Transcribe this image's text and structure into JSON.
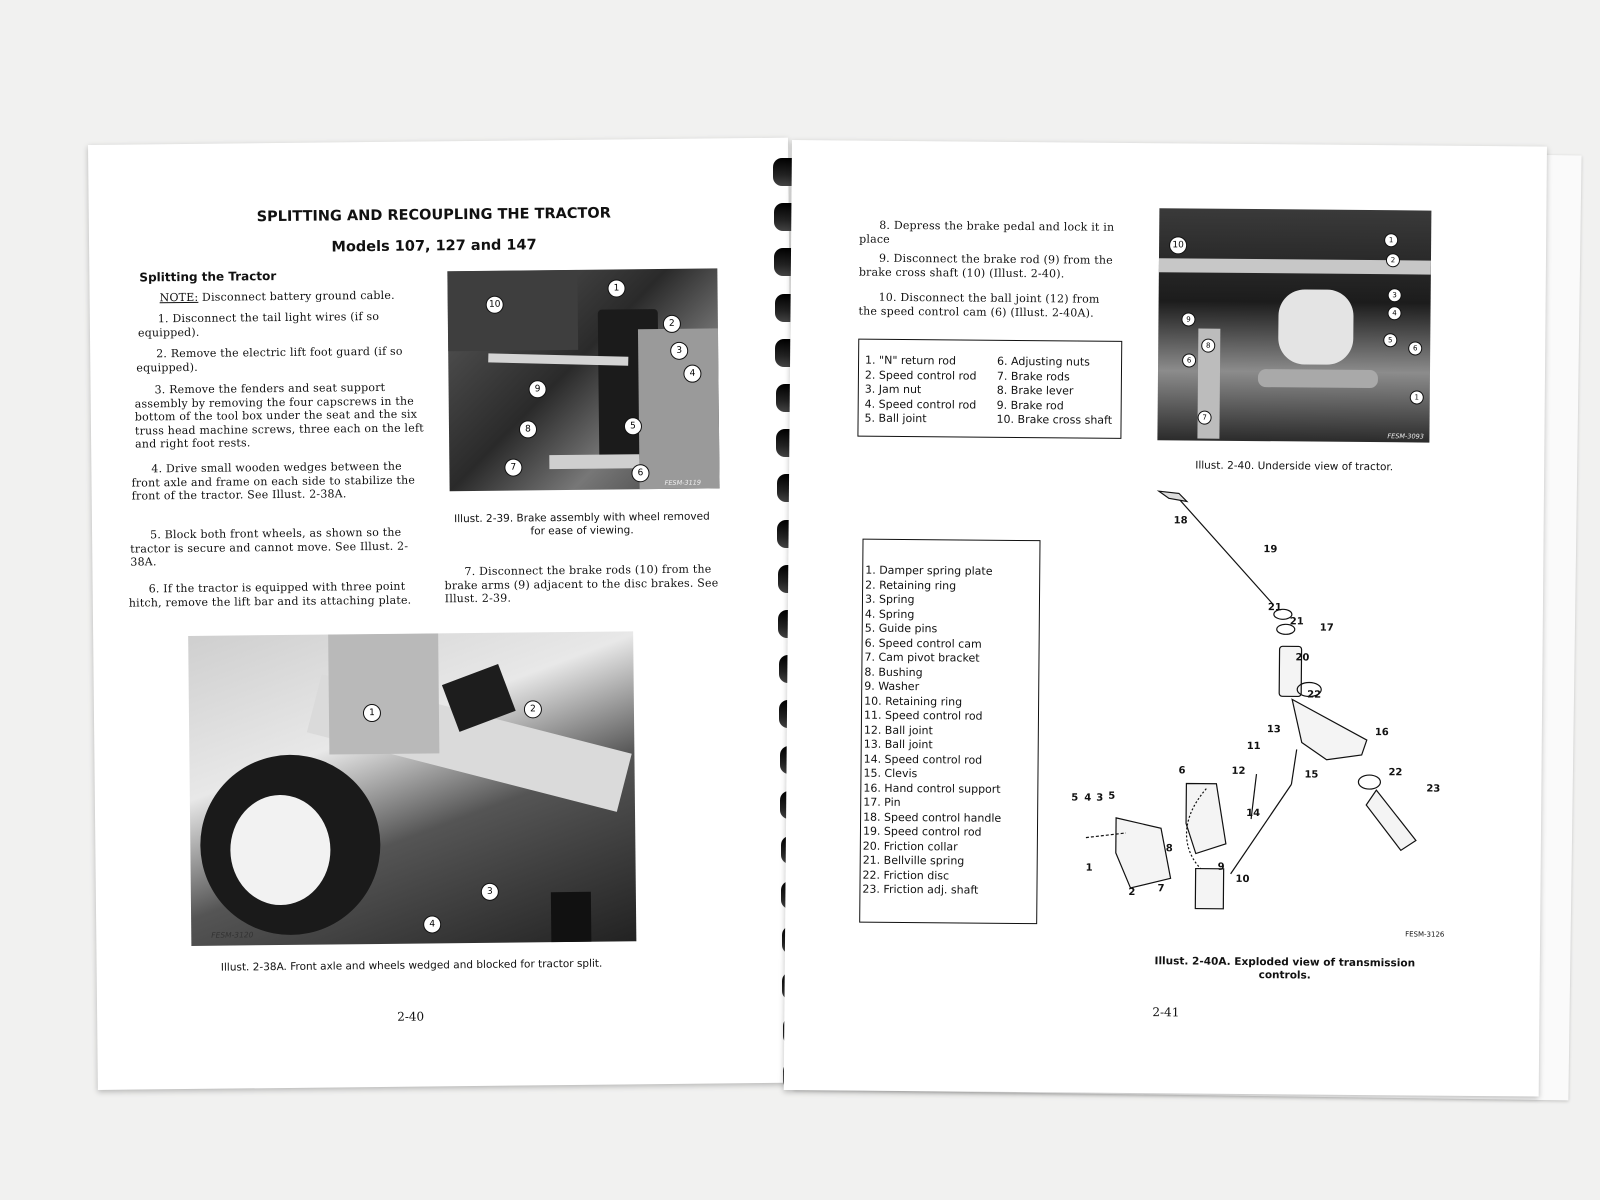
{
  "left_page": {
    "heading": "SPLITTING AND RECOUPLING THE TRACTOR",
    "subheading": "Models 107, 127 and 147",
    "section_title": "Splitting the Tractor",
    "note_label": "NOTE:",
    "note_text": " Disconnect battery ground cable.",
    "steps": [
      "1. Disconnect the tail light wires (if so equipped).",
      "2. Remove the electric lift foot guard (if so equipped).",
      "3. Remove the fenders and seat support assembly by removing the four capscrews in the bottom of the tool box under the seat and the six truss head machine screws, three each on the left and right foot rests.",
      "4. Drive small wooden wedges between the front axle and frame on each side to stabilize the front of the tractor. See Illust. 2-38A.",
      "5. Block both front wheels, as shown so the tractor is secure and cannot move. See Illust. 2-38A.",
      "6. If the tractor is equipped with three point hitch, remove the lift bar and its attaching plate."
    ],
    "step7": "7. Disconnect the brake rods (10) from the brake arms (9) adjacent to the disc brakes. See Illust. 2-39.",
    "fig_239": {
      "code": "FESM-3119",
      "caption": "Illust. 2-39. Brake assembly with wheel removed for ease of viewing.",
      "callouts": [
        "1",
        "2",
        "3",
        "4",
        "5",
        "6",
        "7",
        "8",
        "9",
        "10"
      ]
    },
    "fig_238a": {
      "code": "FESM-3120",
      "caption": "Illust. 2-38A. Front axle and wheels wedged and blocked for tractor split.",
      "callouts": [
        "1",
        "2",
        "3",
        "4"
      ]
    },
    "page_number": "2-40"
  },
  "right_page": {
    "steps": [
      "8. Depress the brake pedal and lock it in place",
      "9. Disconnect the brake rod (9) from the brake cross shaft (10) (Illust. 2-40).",
      "10. Disconnect the ball joint (12) from the speed control cam (6) (Illust. 2-40A)."
    ],
    "legend_240": {
      "col1": [
        "1. \"N\" return rod",
        "2. Speed control rod",
        "3. Jam nut",
        "4. Speed control rod",
        "5. Ball joint"
      ],
      "col2": [
        "6. Adjusting nuts",
        "7. Brake rods",
        "8. Brake lever",
        "9. Brake rod",
        "10. Brake cross shaft"
      ]
    },
    "fig_240": {
      "code": "FESM-3093",
      "caption": "Illust. 2-40. Underside view of tractor.",
      "callouts": [
        "10",
        "1",
        "2",
        "3",
        "4",
        "9",
        "5",
        "8",
        "6",
        "6",
        "7",
        "1"
      ]
    },
    "legend_240a": [
      "1. Damper spring plate",
      "2. Retaining ring",
      "3. Spring",
      "4. Spring",
      "5. Guide pins",
      "6. Speed control cam",
      "7. Cam pivot bracket",
      "8. Bushing",
      "9. Washer",
      "10. Retaining ring",
      "11. Speed control rod",
      "12. Ball joint",
      "13. Ball joint",
      "14. Speed control rod",
      "15. Clevis",
      "16. Hand control support",
      "17. Pin",
      "18. Speed control handle",
      "19. Speed control rod",
      "20. Friction collar",
      "21. Bellville spring",
      "22. Friction disc",
      "23. Friction adj. shaft"
    ],
    "fig_240a": {
      "code": "FESM-3126",
      "caption": "Illust. 2-40A. Exploded view of transmission controls.",
      "labels": [
        "18",
        "19",
        "21",
        "21",
        "17",
        "20",
        "22",
        "16",
        "13",
        "11",
        "12",
        "15",
        "22",
        "23",
        "6",
        "14",
        "5",
        "4",
        "3",
        "5",
        "1",
        "2",
        "8",
        "9",
        "10",
        "7"
      ]
    },
    "page_number": "2-41"
  },
  "colors": {
    "paper": "#ffffff",
    "background": "#f1f1f0",
    "binding": "#000000"
  }
}
